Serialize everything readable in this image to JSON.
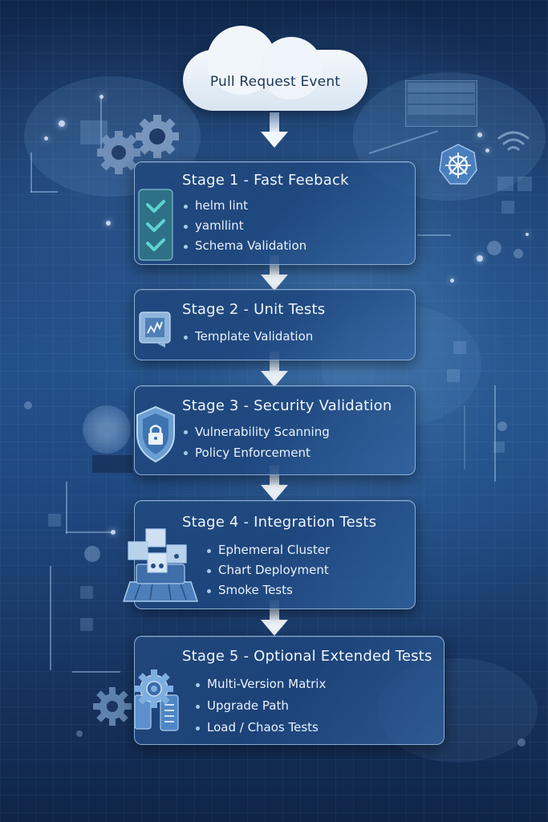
{
  "trigger": {
    "label": "Pull Request Event",
    "icon": "cloud-icon"
  },
  "stages": [
    {
      "title": "Stage 1 - Fast Feeback",
      "icon": "checklist-icon",
      "items": [
        "helm lint",
        "yamllint",
        "Schema Validation"
      ]
    },
    {
      "title": "Stage 2 - Unit Tests",
      "icon": "chart-monitor-icon",
      "items": [
        "Template Validation"
      ]
    },
    {
      "title": "Stage 3 - Security Validation",
      "icon": "shield-lock-icon",
      "items": [
        "Vulnerability Scanning",
        "Policy Enforcement"
      ]
    },
    {
      "title": "Stage 4 - Integration Tests",
      "icon": "cluster-cubes-icon",
      "items": [
        "Ephemeral Cluster",
        "Chart Deployment",
        "Smoke Tests"
      ]
    },
    {
      "title": "Stage 5 - Optional Extended Tests",
      "icon": "gear-document-icon",
      "items": [
        "Multi-Version Matrix",
        "Upgrade Path",
        "Load / Chaos Tests"
      ]
    }
  ],
  "decorations": {
    "kubernetes_icon": "helm-wheel-icon",
    "wifi_icon": "wifi-icon",
    "gears_icon": "gears-icon"
  },
  "colors": {
    "background_dark": "#10264a",
    "background_mid": "#24508a",
    "card_fill": "#21487d",
    "card_border": "#aacdf0",
    "check_teal": "#5fd3cf",
    "text_light": "#eef4fb",
    "cloud_text": "#1d3556"
  }
}
